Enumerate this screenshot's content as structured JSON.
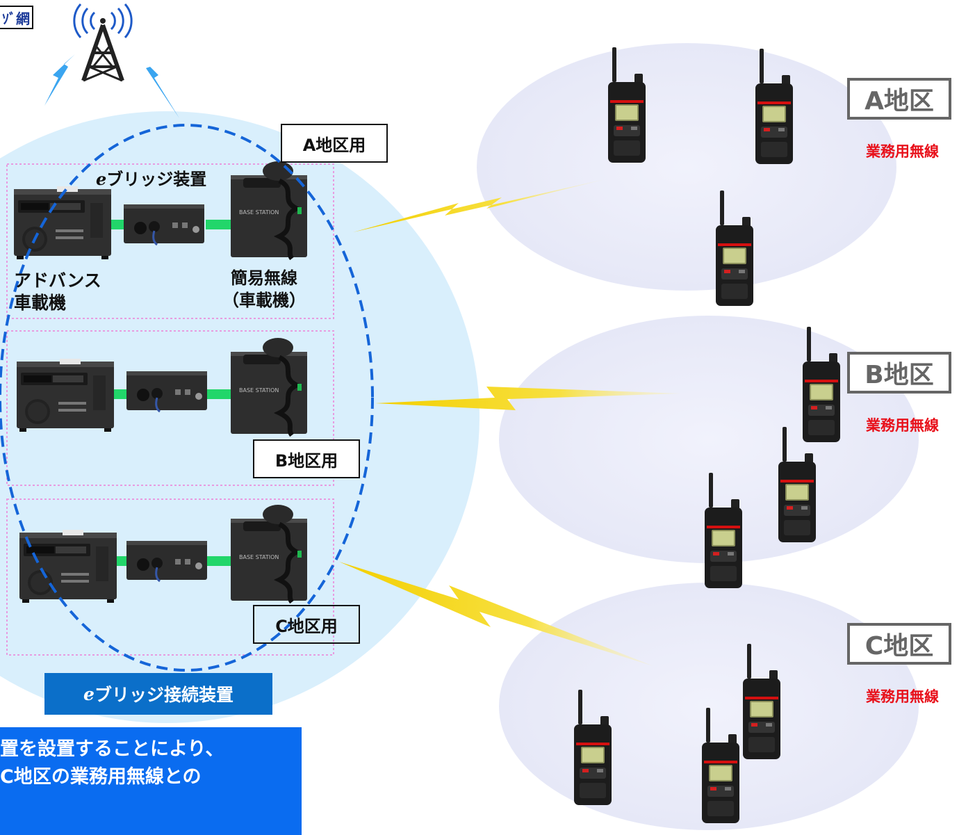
{
  "network_label": "ｿﾞ網",
  "bridge_system": {
    "caption": "eブリッジ接続装置",
    "caption_e": "e",
    "caption_rest": "ブリッジ接続装置",
    "device_title_e": "e",
    "device_title_rest": "ブリッジ装置",
    "advance_label_1": "アドバンス",
    "advance_label_2": "車載機",
    "simple_radio_label_1": "簡易無線",
    "simple_radio_label_2": "（車載機）",
    "unit_labels": [
      "A地区用",
      "B地区用",
      "C地区用"
    ]
  },
  "regions": [
    {
      "name": "A地区",
      "sublabel": "業務用無線"
    },
    {
      "name": "B地区",
      "sublabel": "業務用無線"
    },
    {
      "name": "C地区",
      "sublabel": "業務用無線"
    }
  ],
  "note": {
    "line1": "置を設置することにより、",
    "line2": "C地区の業務用無線との"
  },
  "device_text": {
    "base_station": "BASE STATION"
  },
  "colors": {
    "bridge_area": "#d9effc",
    "region_area": "#e9eaf8",
    "dashed_ring": "#1565d8",
    "link_bolt": "#f5d30a",
    "green_cable": "#22d66a",
    "note_bg": "#0a6cf0",
    "caption_bg": "#0b6fc9",
    "alert_text": "#e8101a"
  },
  "icons": [
    "radio-tower-icon",
    "walkie-talkie-icon",
    "lightning-link-icon"
  ]
}
